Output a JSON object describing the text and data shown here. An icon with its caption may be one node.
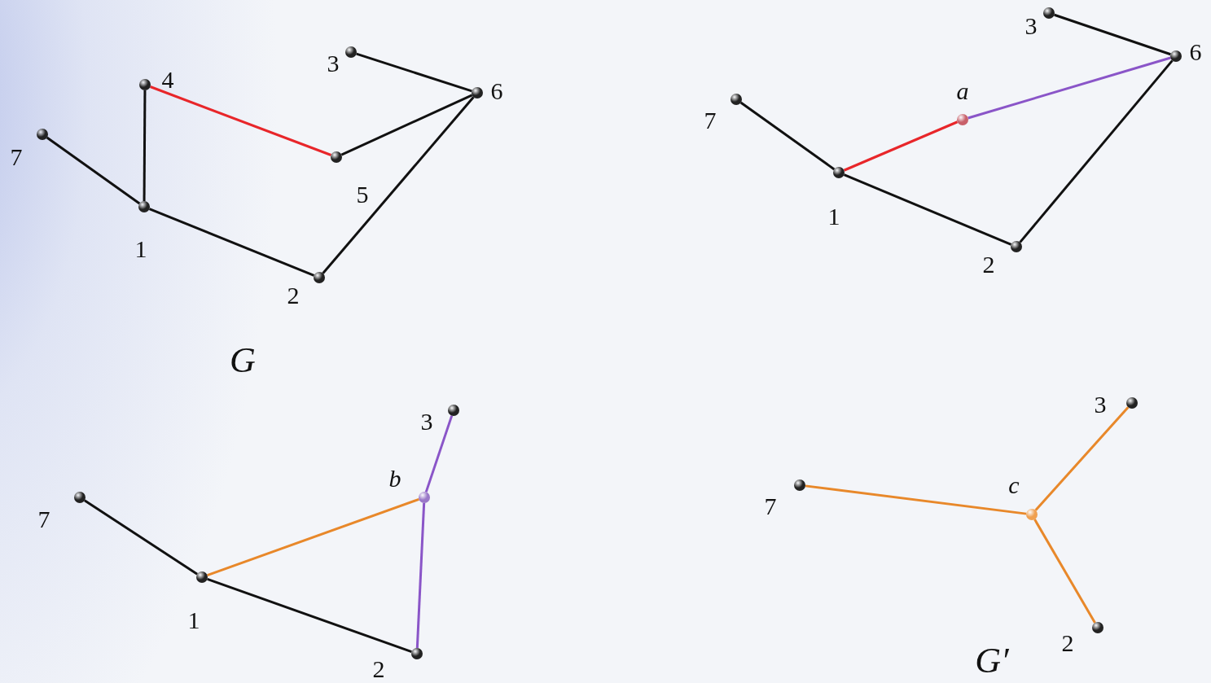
{
  "diagram": {
    "nodes": [
      {
        "text": [
          "4"
        ]
      },
      {
        "text": [
          "3"
        ]
      },
      {
        "text": [
          "6"
        ]
      },
      {
        "text": [
          "7"
        ]
      },
      {
        "text": [
          "5"
        ]
      },
      {
        "text": [
          "1"
        ]
      },
      {
        "text": [
          "2"
        ]
      },
      {
        "text": [
          "3"
        ]
      },
      {
        "text": [
          "6"
        ]
      },
      {
        "text": [
          "7"
        ]
      },
      {
        "text": [
          "a"
        ]
      },
      {
        "text": [
          "1"
        ]
      },
      {
        "text": [
          "2"
        ]
      },
      {
        "text": [
          "3"
        ]
      },
      {
        "text": [
          "b"
        ]
      },
      {
        "text": [
          "7"
        ]
      },
      {
        "text": [
          "1"
        ]
      },
      {
        "text": [
          "2"
        ]
      },
      {
        "text": [
          "3"
        ]
      },
      {
        "text": [
          "7"
        ]
      },
      {
        "text": [
          "c"
        ]
      },
      {
        "text": [
          "2"
        ]
      }
    ],
    "edges": [
      {
        "from": 3,
        "to": 5,
        "arrow": "none"
      },
      {
        "from": 5,
        "to": 0,
        "arrow": "none"
      },
      {
        "from": 0,
        "to": 4,
        "arrow": "none",
        "color": "#e8262a"
      },
      {
        "from": 4,
        "to": 2,
        "arrow": "none"
      },
      {
        "from": 1,
        "to": 2,
        "arrow": "none"
      },
      {
        "from": 2,
        "to": 6,
        "arrow": "none"
      },
      {
        "from": 5,
        "to": 6,
        "arrow": "none"
      },
      {
        "from": 7,
        "to": 8,
        "arrow": "none"
      },
      {
        "from": 10,
        "to": 8,
        "arrow": "none",
        "color": "#8a55c8"
      },
      {
        "from": 11,
        "to": 10,
        "arrow": "none",
        "color": "#e8262a"
      },
      {
        "from": 9,
        "to": 11,
        "arrow": "none"
      },
      {
        "from": 11,
        "to": 12,
        "arrow": "none"
      },
      {
        "from": 12,
        "to": 8,
        "arrow": "none"
      },
      {
        "from": 13,
        "to": 14,
        "arrow": "none",
        "color": "#8a55c8"
      },
      {
        "from": 14,
        "to": 17,
        "arrow": "none",
        "color": "#8a55c8"
      },
      {
        "from": 16,
        "to": 14,
        "arrow": "none",
        "color": "#e8882a"
      },
      {
        "from": 15,
        "to": 16,
        "arrow": "none"
      },
      {
        "from": 16,
        "to": 17,
        "arrow": "none"
      },
      {
        "from": 19,
        "to": 20,
        "arrow": "none",
        "color": "#e8882a"
      },
      {
        "from": 20,
        "to": 18,
        "arrow": "none",
        "color": "#e8882a"
      },
      {
        "from": 20,
        "to": 21,
        "arrow": "none",
        "color": "#e8882a"
      }
    ],
    "labels": [
      "G",
      "G′"
    ]
  }
}
